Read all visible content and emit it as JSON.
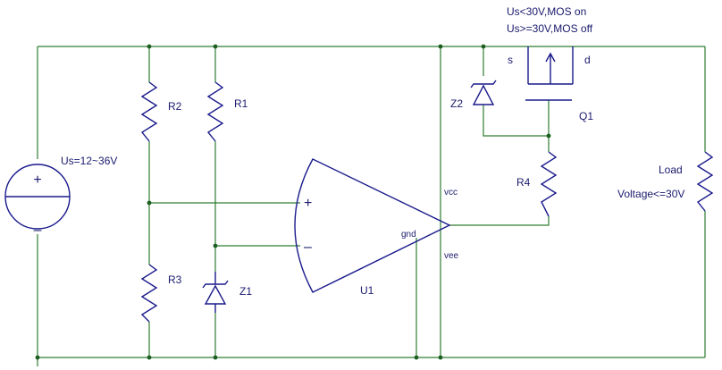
{
  "annotations": {
    "line1": "Us<30V,MOS on",
    "line2": "Us>=30V,MOS off"
  },
  "source": {
    "label": "Us=12~36V",
    "plus": "+",
    "minus": "–"
  },
  "resistors": {
    "r1": "R1",
    "r2": "R2",
    "r3": "R3",
    "r4": "R4"
  },
  "zeners": {
    "z1": "Z1",
    "z2": "Z2"
  },
  "opamp": {
    "name": "U1",
    "plus": "+",
    "minus": "–",
    "vcc": "vcc",
    "vee": "vee",
    "gnd": "gnd"
  },
  "mosfet": {
    "name": "Q1",
    "source": "s",
    "drain": "d"
  },
  "load": {
    "label": "Load",
    "voltage": "Voltage<=30V"
  }
}
